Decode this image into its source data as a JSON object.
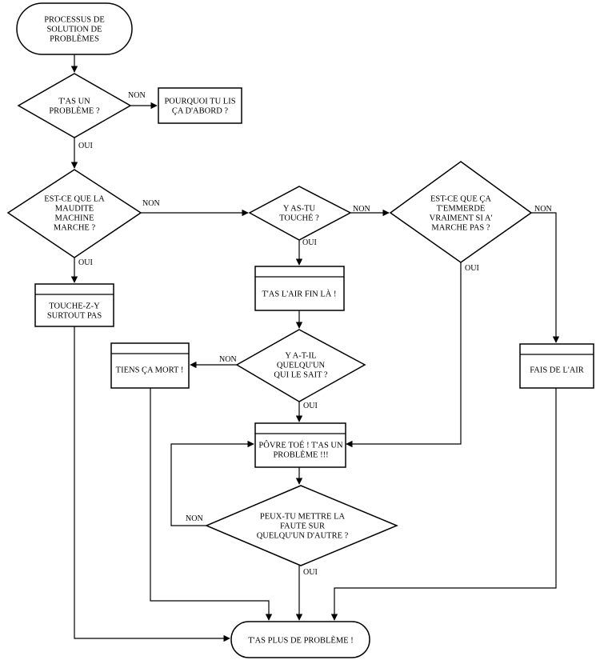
{
  "nodes": {
    "start": [
      "PROCESSUS DE",
      "SOLUTION DE",
      "PROBLÈMES"
    ],
    "q_problem": [
      "T'AS UN",
      "PROBLÈME ?"
    ],
    "why_read": [
      "POURQUOI TU LIS",
      "ÇA D'ABORD ?"
    ],
    "q_machine": [
      "EST-CE QUE LA",
      "MAUDITE",
      "MACHINE",
      "MARCHE ?"
    ],
    "dont_touch": [
      "TOUCHE-Z-Y",
      "SURTOUT PAS"
    ],
    "q_touched": [
      "Y AS-TU",
      "TOUCHÉ ?"
    ],
    "look_smart": [
      "T'AS L'AIR FIN LÀ !"
    ],
    "q_knows": [
      "Y A-T-IL",
      "QUELQU'UN",
      "QUI LE SAIT ?"
    ],
    "keep_dead": [
      "TIENS ÇA MORT !"
    ],
    "poor_you": [
      "PÔVRE TOÉ ! T'AS UN",
      "PROBLÈME !!!"
    ],
    "q_blame": [
      "PEUX-TU METTRE LA",
      "FAUTE SUR",
      "QUELQU'UN D'AUTRE ?"
    ],
    "q_care": [
      "EST-CE QUE ÇA",
      "T'EMMERDE",
      "VRAIMENT SI A'",
      "MARCHE PAS ?"
    ],
    "pretend": [
      "FAIS DE L'AIR"
    ],
    "end": [
      "T'AS PLUS DE PROBLÈME !"
    ]
  },
  "edges": {
    "no": "NON",
    "yes": "OUI"
  }
}
